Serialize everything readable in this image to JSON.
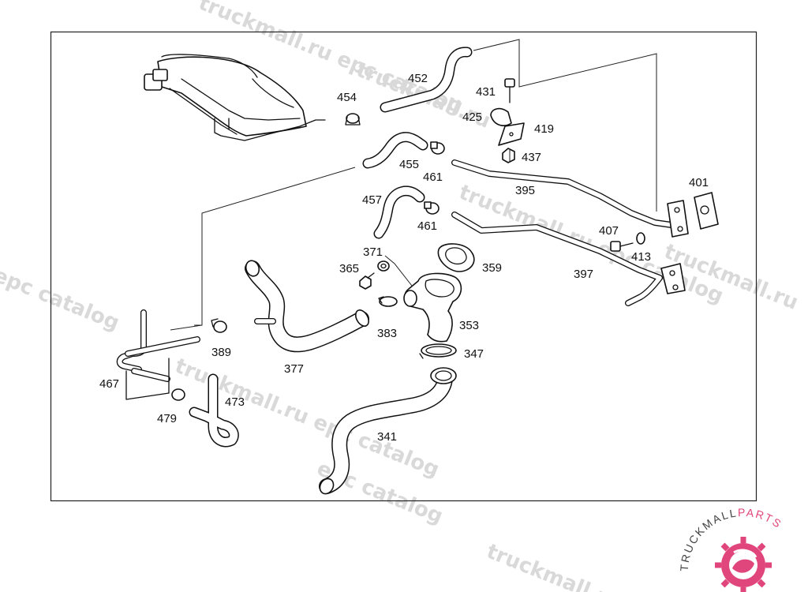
{
  "watermarks": [
    "truckmall.ru epc catalog",
    "truckmall.ru",
    "epc catalog"
  ],
  "logo": {
    "text_main": "TRUCKMALL",
    "text_accent": "PARTS",
    "main_color": "#444444",
    "accent_color": "#e0457b"
  },
  "part_labels": {
    "p401": "401",
    "p413": "413",
    "p407": "407",
    "p395": "395",
    "p397": "397",
    "p419": "419",
    "p425": "425",
    "p431": "431",
    "p437": "437",
    "p452": "452",
    "p454": "454",
    "p455": "455",
    "p461a": "461",
    "p461b": "461",
    "p457": "457",
    "p359": "359",
    "p371": "371",
    "p365": "365",
    "p383": "383",
    "p353": "353",
    "p347": "347",
    "p377": "377",
    "p389": "389",
    "p341": "341",
    "p467": "467",
    "p473": "473",
    "p479": "479"
  }
}
